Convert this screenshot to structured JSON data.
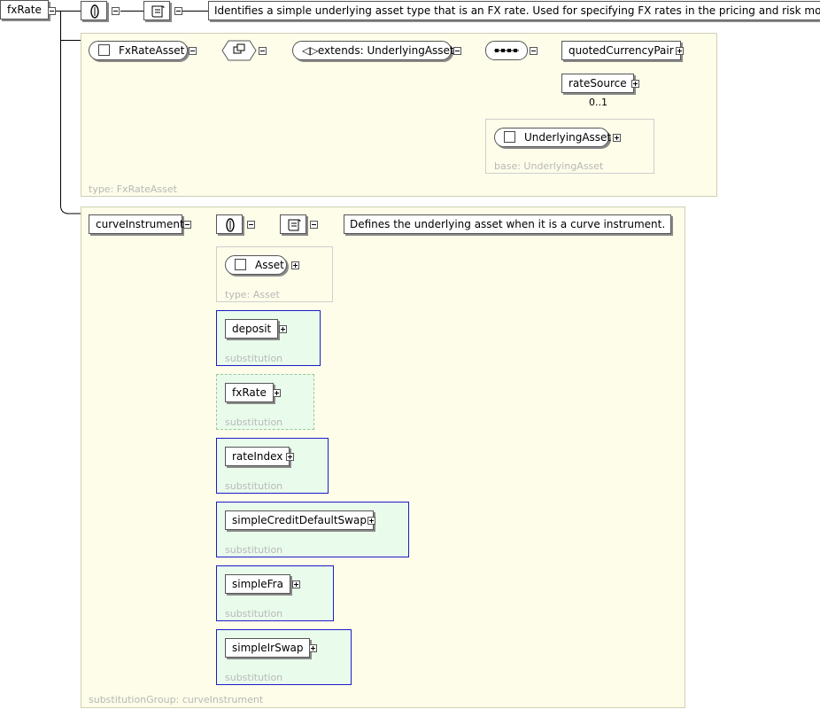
{
  "root": {
    "label": "fxRate",
    "doc": "Identifies a simple underlying asset type that is an FX rate. Used for specifying FX rates in the pricing and risk model."
  },
  "fxrate_type": {
    "name": "FxRateAsset",
    "extends": "extends: UnderlyingAsset",
    "children": [
      "quotedCurrencyPair",
      "rateSource"
    ],
    "rate_source_occurs": "0..1",
    "base_group": "UnderlyingAsset",
    "base_caption": "base: UnderlyingAsset",
    "type_caption": "type: FxRateAsset"
  },
  "curve": {
    "label": "curveInstrument",
    "doc": "Defines the underlying asset when it is a curve instrument.",
    "asset": "Asset",
    "asset_caption": "type: Asset",
    "group_caption": "substitutionGroup: curveInstrument",
    "substitution_caption": "substitution",
    "substitutions": [
      "deposit",
      "fxRate",
      "rateIndex",
      "simpleCreditDefaultSwap",
      "simpleFra",
      "simpleIrSwap"
    ]
  }
}
